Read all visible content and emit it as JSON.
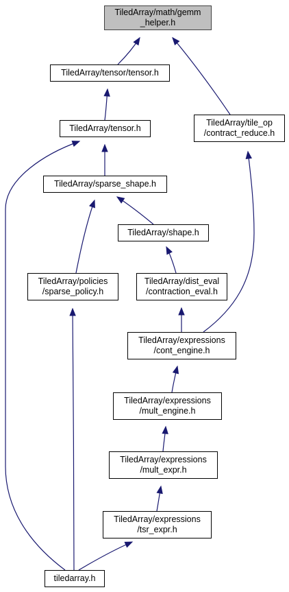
{
  "graph": {
    "edge_color": "#191970",
    "root_fill": "#bfbfbf",
    "nodes": [
      {
        "id": "gemm_helper",
        "lines": [
          "TiledArray/math/gemm",
          "_helper.h"
        ]
      },
      {
        "id": "tensor_tensor",
        "lines": [
          "TiledArray/tensor/tensor.h"
        ]
      },
      {
        "id": "tensor",
        "lines": [
          "TiledArray/tensor.h"
        ]
      },
      {
        "id": "tile_op",
        "lines": [
          "TiledArray/tile_op",
          "/contract_reduce.h"
        ]
      },
      {
        "id": "sparse_shape",
        "lines": [
          "TiledArray/sparse_shape.h"
        ]
      },
      {
        "id": "shape",
        "lines": [
          "TiledArray/shape.h"
        ]
      },
      {
        "id": "policies",
        "lines": [
          "TiledArray/policies",
          "/sparse_policy.h"
        ]
      },
      {
        "id": "dist_eval",
        "lines": [
          "TiledArray/dist_eval",
          "/contraction_eval.h"
        ]
      },
      {
        "id": "cont_engine",
        "lines": [
          "TiledArray/expressions",
          "/cont_engine.h"
        ]
      },
      {
        "id": "mult_engine",
        "lines": [
          "TiledArray/expressions",
          "/mult_engine.h"
        ]
      },
      {
        "id": "mult_expr",
        "lines": [
          "TiledArray/expressions",
          "/mult_expr.h"
        ]
      },
      {
        "id": "tsr_expr",
        "lines": [
          "TiledArray/expressions",
          "/tsr_expr.h"
        ]
      },
      {
        "id": "tiledarray",
        "lines": [
          "tiledarray.h"
        ]
      }
    ],
    "edges": [
      {
        "from": "tensor_tensor",
        "to": "gemm_helper"
      },
      {
        "from": "tile_op",
        "to": "gemm_helper"
      },
      {
        "from": "tensor",
        "to": "tensor_tensor"
      },
      {
        "from": "sparse_shape",
        "to": "tensor"
      },
      {
        "from": "tiledarray",
        "to": "tensor"
      },
      {
        "from": "cont_engine",
        "to": "tile_op"
      },
      {
        "from": "policies",
        "to": "sparse_shape"
      },
      {
        "from": "shape",
        "to": "sparse_shape"
      },
      {
        "from": "dist_eval",
        "to": "shape"
      },
      {
        "from": "tiledarray",
        "to": "policies"
      },
      {
        "from": "cont_engine",
        "to": "dist_eval"
      },
      {
        "from": "mult_engine",
        "to": "cont_engine"
      },
      {
        "from": "mult_expr",
        "to": "mult_engine"
      },
      {
        "from": "tsr_expr",
        "to": "mult_expr"
      },
      {
        "from": "tiledarray",
        "to": "tsr_expr"
      }
    ]
  }
}
